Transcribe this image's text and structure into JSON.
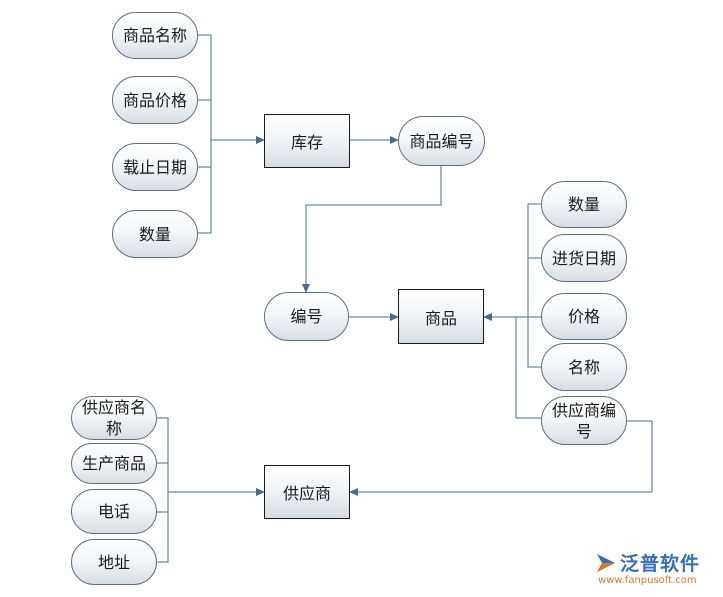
{
  "entities": {
    "inventory": "库存",
    "product": "商品",
    "supplier": "供应商"
  },
  "attributes": {
    "inventory_name": "商品名称",
    "inventory_price": "商品价格",
    "inventory_deadline": "载止日期",
    "inventory_quantity": "数量",
    "inventory_product_no": "商品编号",
    "product_no": "编号",
    "product_quantity": "数量",
    "product_purchase_date": "进货日期",
    "product_price": "价格",
    "product_name": "名称",
    "product_supplier_no": "供应商编号",
    "supplier_name": "供应商名称",
    "supplier_products": "生产商品",
    "supplier_phone": "电话",
    "supplier_address": "地址"
  },
  "logo": {
    "text": "泛普软件",
    "url": "www.fanpusoft.com",
    "colors": {
      "text": "#3a6fb5",
      "url": "#d9762a"
    }
  },
  "colors": {
    "connector": "#4a6c8c",
    "ellipse_border": "#5f6f80",
    "box_border": "#1a1a1a"
  }
}
